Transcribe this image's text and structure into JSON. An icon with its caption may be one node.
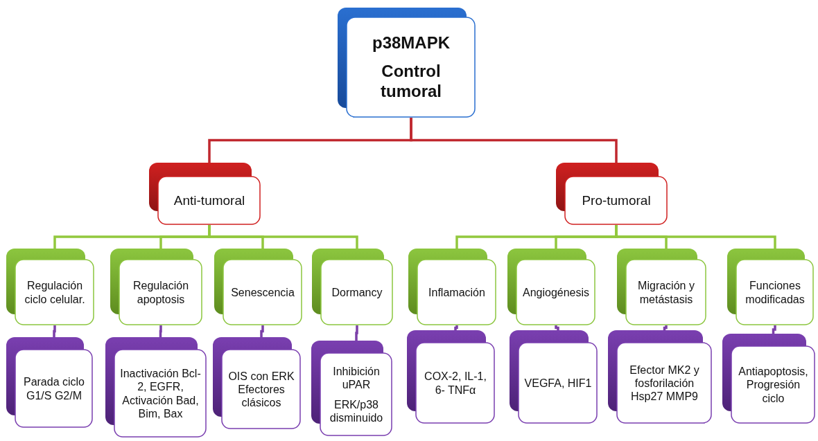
{
  "diagram": {
    "nodes": [
      {
        "text": [
          "p38MAPK",
          "Control tumoral"
        ]
      },
      {
        "text": [
          "Anti-tumoral"
        ]
      },
      {
        "text": [
          "Pro-tumoral"
        ]
      },
      {
        "text": [
          "Regulación ciclo celular."
        ]
      },
      {
        "text": [
          "Regulación apoptosis"
        ]
      },
      {
        "text": [
          "Senescencia"
        ]
      },
      {
        "text": [
          "Dormancy"
        ]
      },
      {
        "text": [
          "Inflamación"
        ]
      },
      {
        "text": [
          "Angiogénesis"
        ]
      },
      {
        "text": [
          "Migración y metástasis"
        ]
      },
      {
        "text": [
          "Funciones modificadas"
        ]
      },
      {
        "text": [
          "Parada ciclo G1/S  G2/M"
        ]
      },
      {
        "text": [
          "Inactivación Bcl-2, EGFR, Activación Bad, Bim, Bax"
        ]
      },
      {
        "text": [
          "OIS con ERK Efectores clásicos"
        ]
      },
      {
        "text": [
          "Inhibición uPAR",
          "ERK/p38 disminuido"
        ]
      },
      {
        "text": [
          "COX-2, IL-1, 6- TNFα"
        ]
      },
      {
        "text": [
          "VEGFA, HIF1"
        ]
      },
      {
        "text": [
          "Efector MK2 y fosforilación Hsp27 MMP9"
        ]
      },
      {
        "text": [
          "Antiapoptosis, Progresión ciclo"
        ]
      }
    ],
    "edges": [
      {
        "from": 0,
        "to": 1,
        "arrow": "none",
        "color": "#c0282f"
      },
      {
        "from": 0,
        "to": 2,
        "arrow": "none",
        "color": "#c0282f"
      },
      {
        "from": 1,
        "to": 3,
        "arrow": "none",
        "color": "#92c83e"
      },
      {
        "from": 1,
        "to": 4,
        "arrow": "none",
        "color": "#92c83e"
      },
      {
        "from": 1,
        "to": 5,
        "arrow": "none",
        "color": "#92c83e"
      },
      {
        "from": 1,
        "to": 6,
        "arrow": "none",
        "color": "#92c83e"
      },
      {
        "from": 2,
        "to": 7,
        "arrow": "none",
        "color": "#92c83e"
      },
      {
        "from": 2,
        "to": 8,
        "arrow": "none",
        "color": "#92c83e"
      },
      {
        "from": 2,
        "to": 9,
        "arrow": "none",
        "color": "#92c83e"
      },
      {
        "from": 2,
        "to": 10,
        "arrow": "none",
        "color": "#92c83e"
      },
      {
        "from": 3,
        "to": 11,
        "arrow": "none",
        "color": "#7b3fa8"
      },
      {
        "from": 4,
        "to": 12,
        "arrow": "none",
        "color": "#7b3fa8"
      },
      {
        "from": 5,
        "to": 13,
        "arrow": "none",
        "color": "#7b3fa8"
      },
      {
        "from": 6,
        "to": 14,
        "arrow": "none",
        "color": "#7b3fa8"
      },
      {
        "from": 7,
        "to": 15,
        "arrow": "none",
        "color": "#7b3fa8"
      },
      {
        "from": 8,
        "to": 16,
        "arrow": "none",
        "color": "#7b3fa8"
      },
      {
        "from": 9,
        "to": 17,
        "arrow": "none",
        "color": "#7b3fa8"
      },
      {
        "from": 10,
        "to": 18,
        "arrow": "none",
        "color": "#7b3fa8"
      }
    ]
  }
}
